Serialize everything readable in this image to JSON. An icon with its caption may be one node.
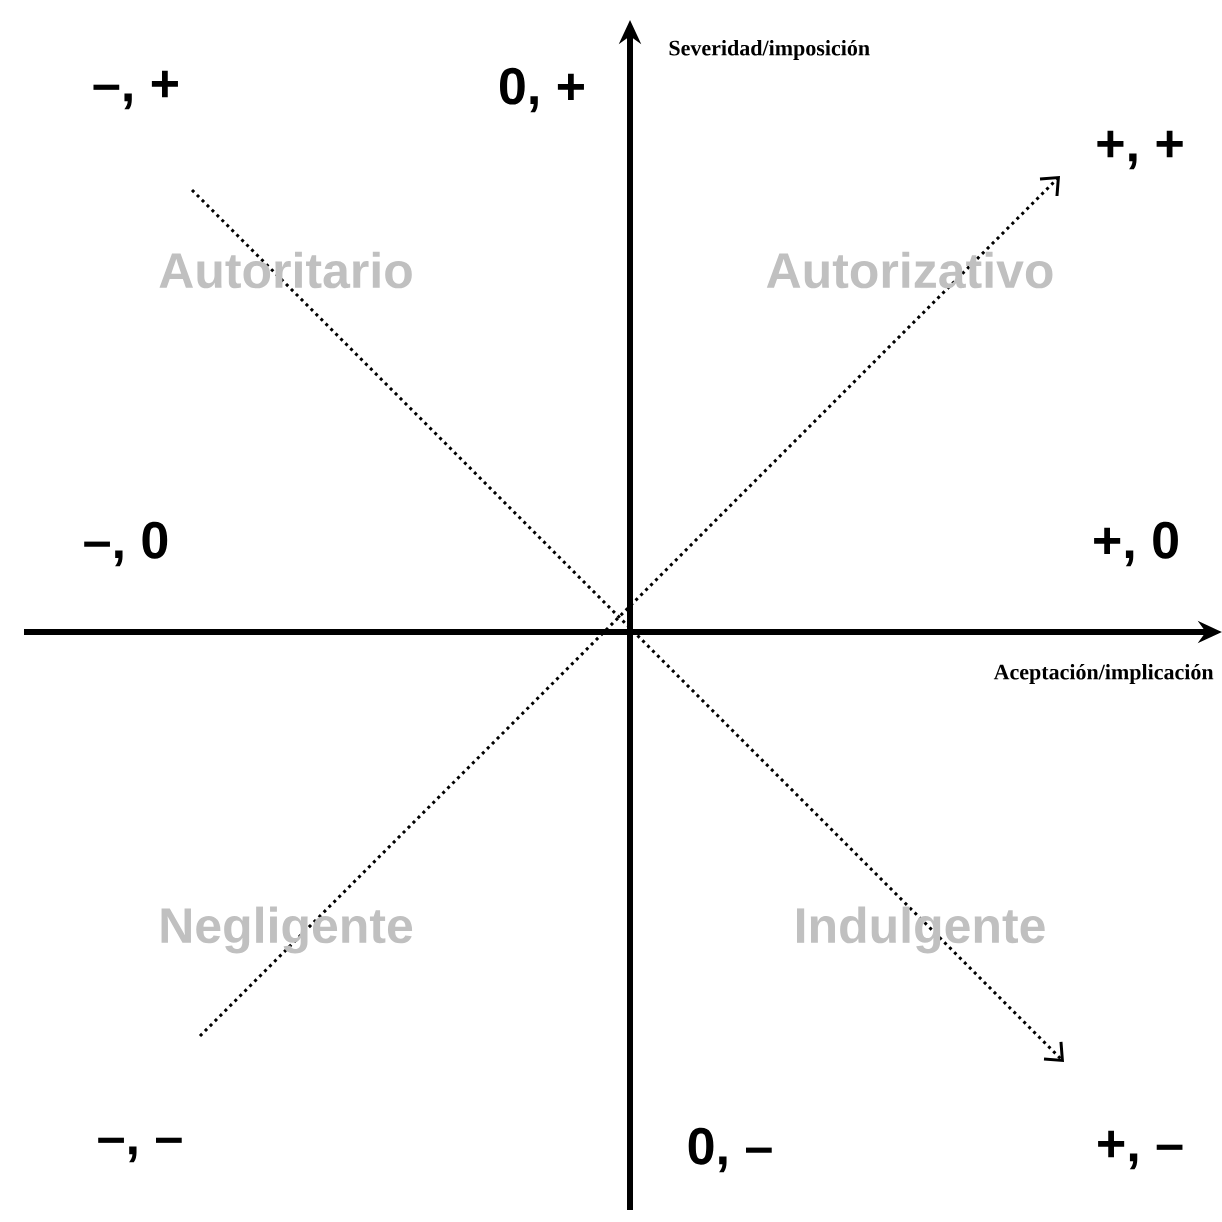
{
  "diagram": {
    "labels": [
      "Severidad/imposición",
      "–, +",
      "0, +",
      "+, +",
      "Autoritario",
      "Autorizativo",
      "–, 0",
      "+, 0",
      "Aceptación/implicación",
      "Negligente",
      "Indulgente",
      "–, –",
      "0, –",
      "+, –"
    ]
  }
}
